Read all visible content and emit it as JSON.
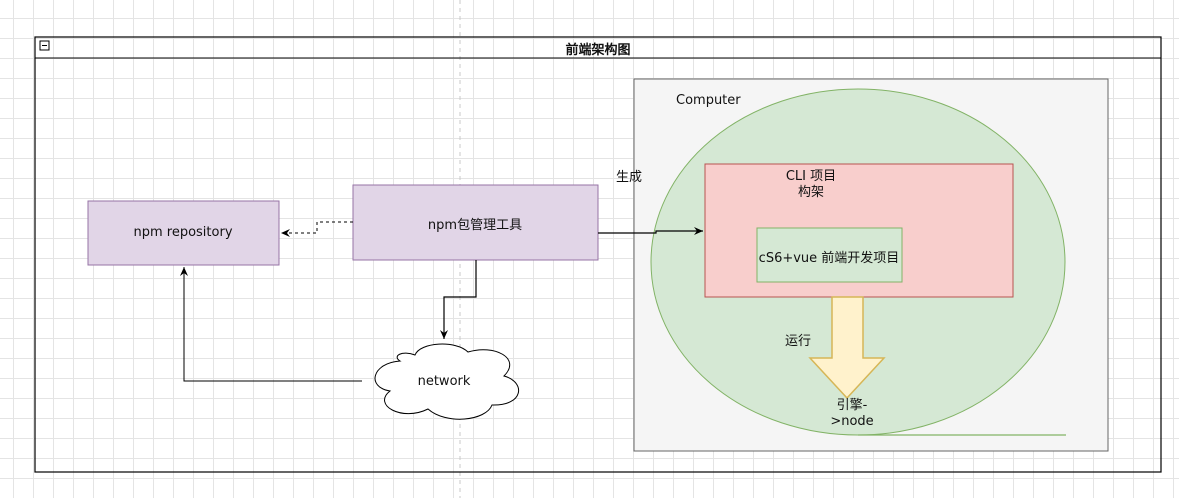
{
  "diagram": {
    "title": "前端架构图",
    "nodes": {
      "npm_repository": "npm repository",
      "npm_manager": "npm包管理工具",
      "network": "network",
      "computer": "Computer",
      "cli": "CLI 项目构架",
      "es6_vue": "cS6+vue 前端开发项目",
      "engine": "引擎->node"
    },
    "edge_labels": {
      "generate": "生成",
      "run": "运行"
    }
  }
}
